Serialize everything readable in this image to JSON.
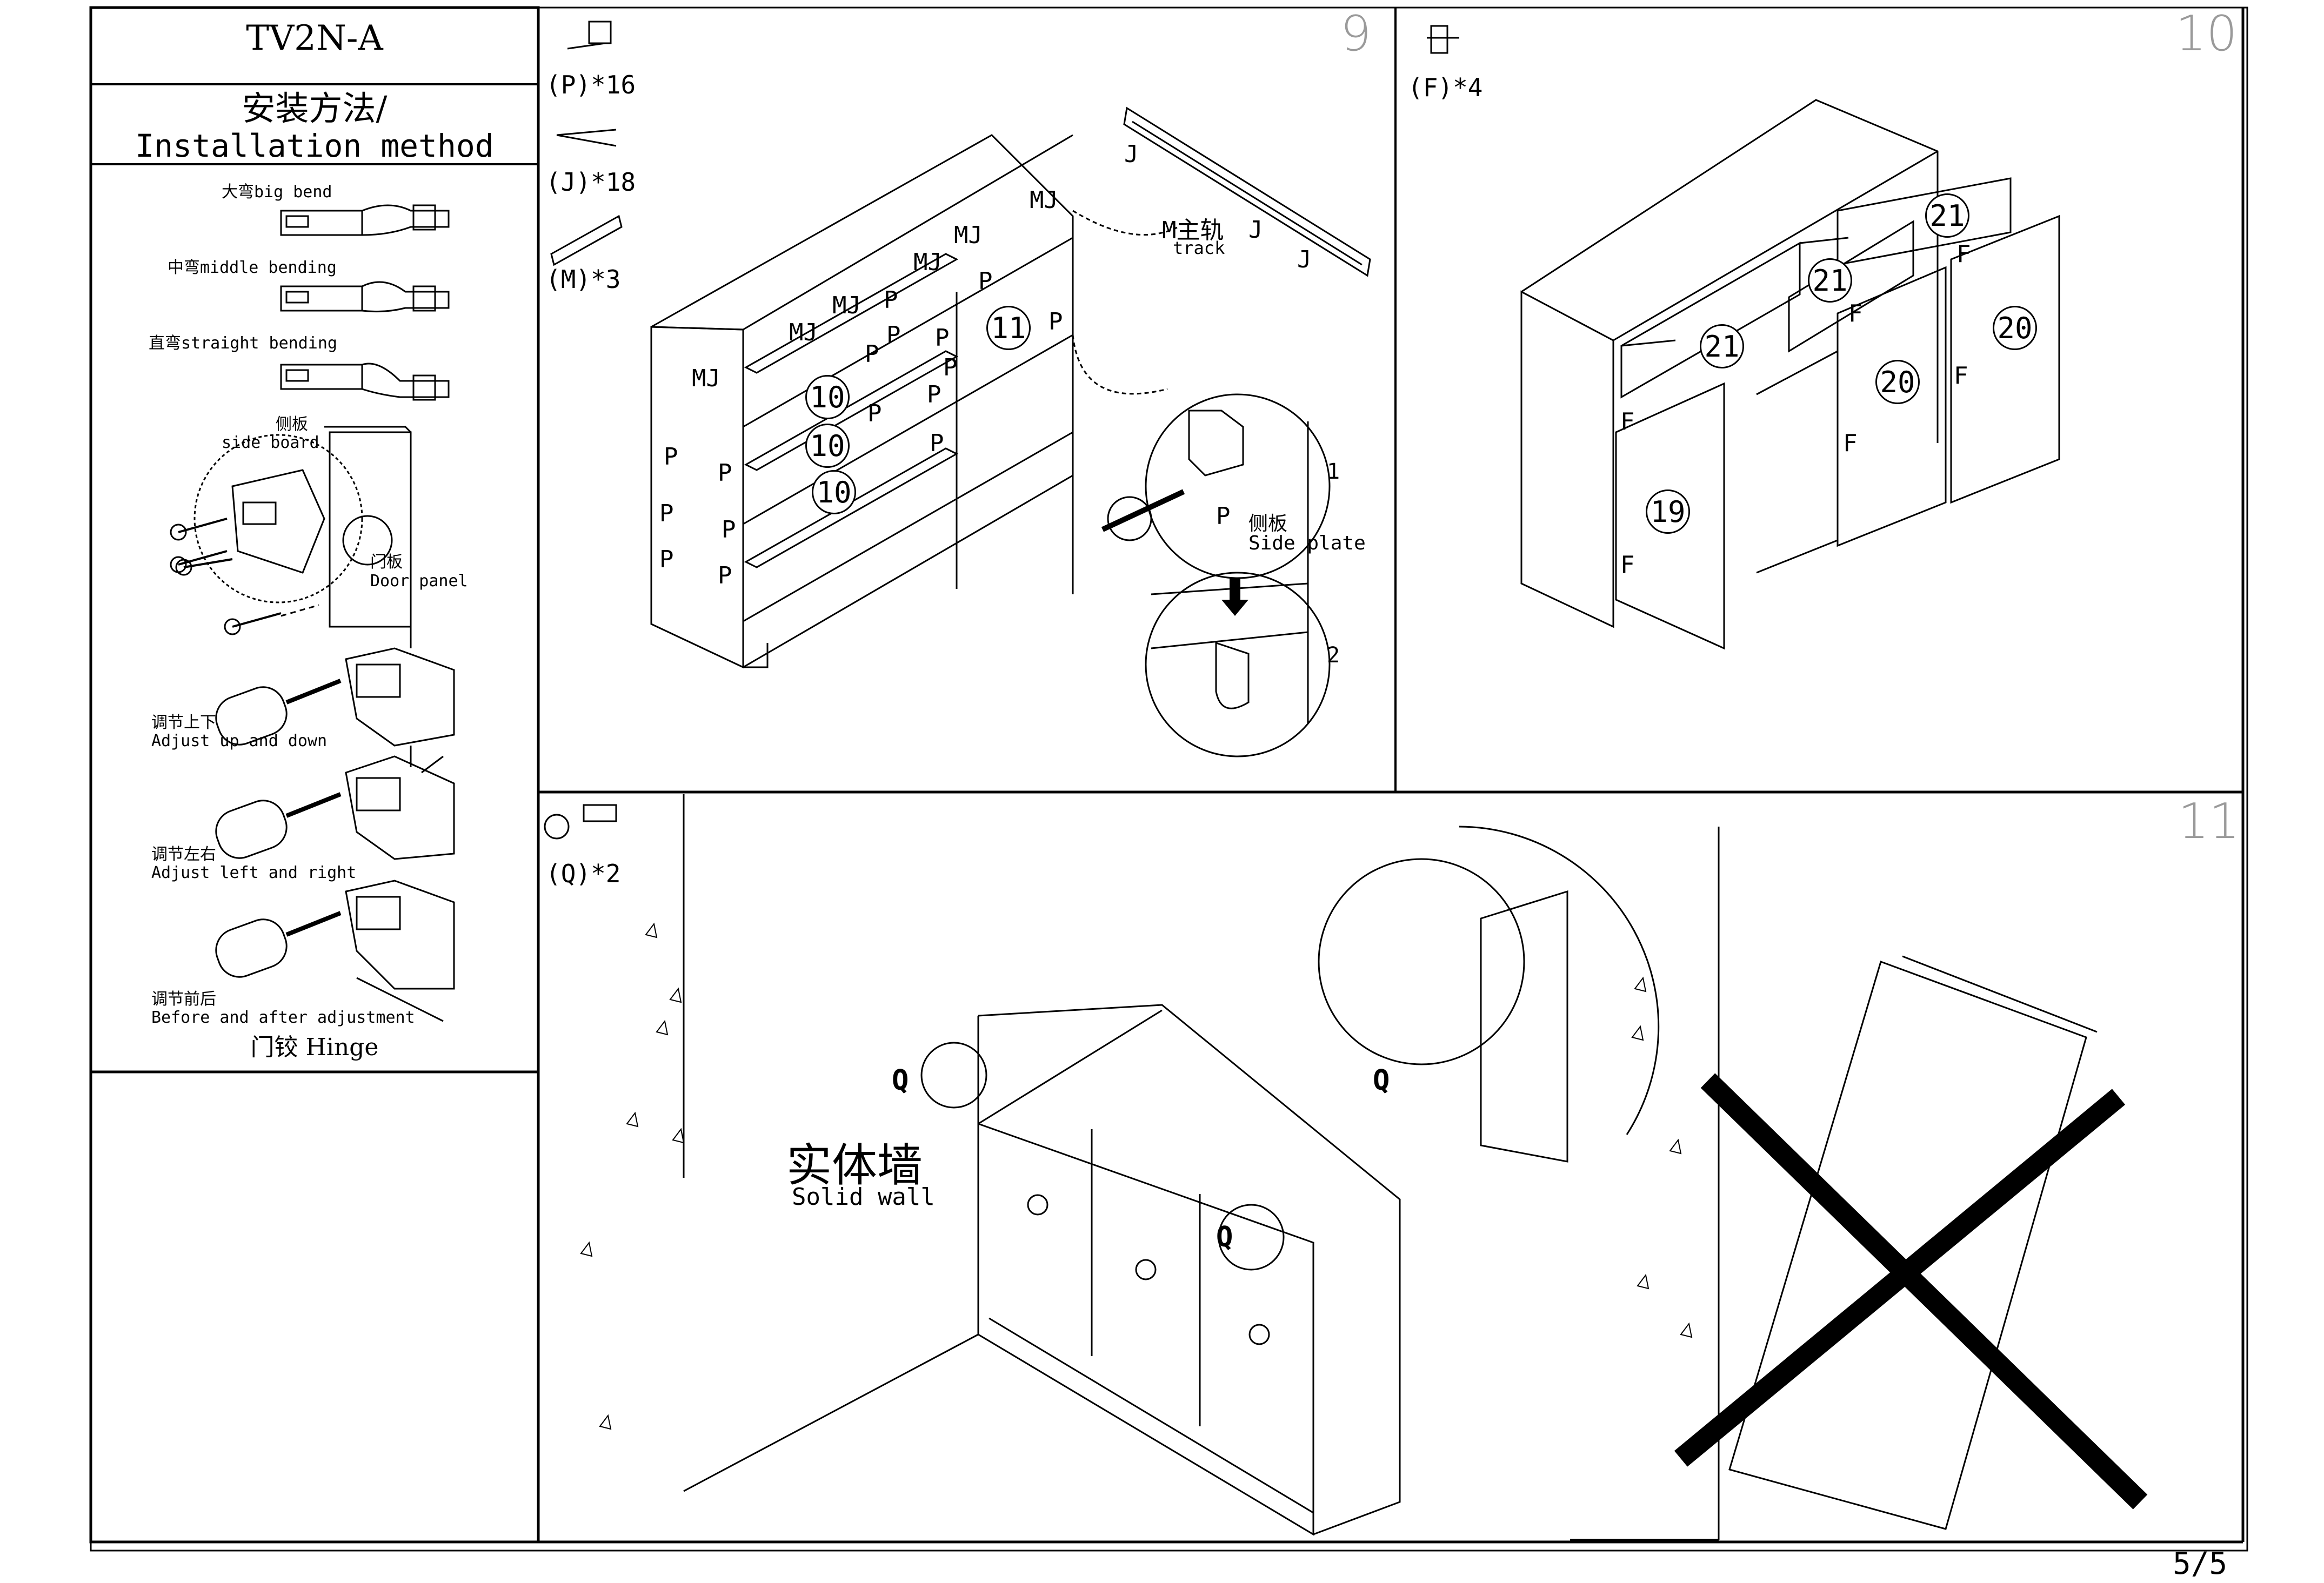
{
  "sidebar": {
    "model": "TV2N-A",
    "method_cn": "安装方法/",
    "method_en": "Installation method",
    "hinge_types": [
      {
        "cn": "大弯",
        "en": "big bend"
      },
      {
        "cn": "中弯",
        "en": "middle bending"
      },
      {
        "cn": "直弯",
        "en": "straight bending"
      }
    ],
    "side_board_cn": "侧板",
    "side_board_en": "side board",
    "door_panel_cn": "门板",
    "door_panel_en": "Door panel",
    "adjust_updown_cn": "调节上下",
    "adjust_updown_en": "Adjust up and down",
    "adjust_leftright_cn": "调节左右",
    "adjust_leftright_en": "Adjust left and right",
    "adjust_frontback_cn": "调节前后",
    "adjust_frontback_en": "Before and after adjustment",
    "hinge_caption": "门铰 Hinge"
  },
  "step9": {
    "number": "9",
    "parts": [
      "(P)*16",
      "(J)*18",
      "(M)*3"
    ],
    "track_cn": "M主轨",
    "track_en": "track",
    "side_plate_cn": "侧板",
    "side_plate_en": "Side plate",
    "detail_1": "1",
    "detail_2": "2",
    "labels": {
      "P": "P",
      "MJ": "MJ",
      "J": "J"
    },
    "panels": [
      "10",
      "10",
      "10",
      "11"
    ]
  },
  "step10": {
    "number": "10",
    "parts": [
      "(F)*4"
    ],
    "label_F": "F",
    "panels": [
      "21",
      "21",
      "21",
      "20",
      "20",
      "19"
    ]
  },
  "step11": {
    "number": "11",
    "parts": [
      "(Q)*2"
    ],
    "label_Q": "Q",
    "wall_cn": "实体墙",
    "wall_en": "Solid wall"
  },
  "page": "5/5"
}
